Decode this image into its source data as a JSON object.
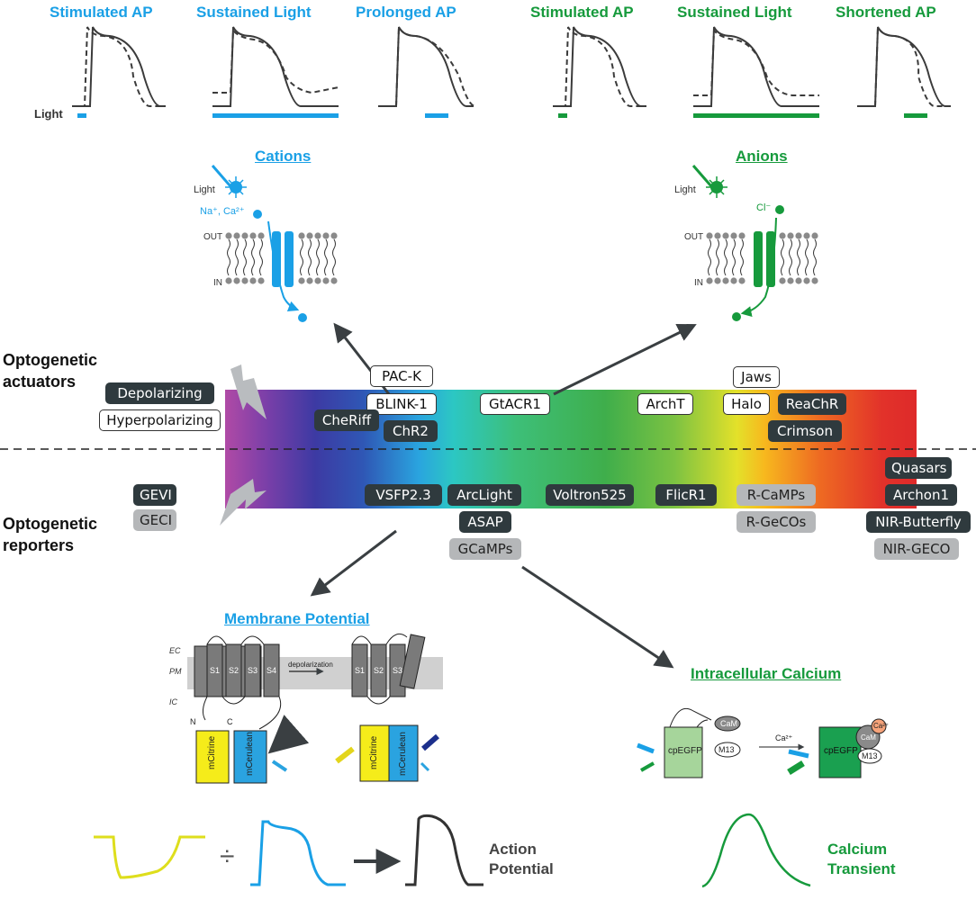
{
  "ap_panels": [
    {
      "title": "Stimulated AP",
      "color": "#1aa0e6"
    },
    {
      "title": "Sustained Light",
      "color": "#1aa0e6"
    },
    {
      "title": "Prolonged AP",
      "color": "#1aa0e6"
    },
    {
      "title": "Stimulated AP",
      "color": "#169a3c"
    },
    {
      "title": "Sustained Light",
      "color": "#169a3c"
    },
    {
      "title": "Shortened AP",
      "color": "#169a3c"
    }
  ],
  "light_label": "Light",
  "cations": {
    "title": "Cations",
    "light": "Light",
    "ions": "Na⁺, Ca²⁺",
    "out": "OUT",
    "in": "IN"
  },
  "anions": {
    "title": "Anions",
    "light": "Light",
    "ion": "Cl⁻",
    "out": "OUT",
    "in": "IN"
  },
  "side_labels": {
    "actuators": "Optogenetic actuators",
    "reporters": "Optogenetic reporters"
  },
  "legend": {
    "depolarizing": "Depolarizing",
    "hyperpolarizing": "Hyperpolarizing",
    "gevi": "GEVI",
    "geci": "GECI"
  },
  "actuators": {
    "pac_k": "PAC-K",
    "blink1": "BLINK-1",
    "cheriff": "CheRiff",
    "chr2": "ChR2",
    "gtacr1": "GtACR1",
    "archt": "ArchT",
    "jaws": "Jaws",
    "halo": "Halo",
    "reachr": "ReaChR",
    "crimson": "Crimson"
  },
  "reporters": {
    "vsfp": "VSFP2.3",
    "arclight": "ArcLight",
    "asap": "ASAP",
    "gcamps": "GCaMPs",
    "voltron": "Voltron525",
    "flicr": "FlicR1",
    "rcamps": "R-CaMPs",
    "rgecos": "R-GeCOs",
    "quasars": "Quasars",
    "archon": "Archon1",
    "nirbutterfly": "NIR-Butterfly",
    "nirgeco": "NIR-GECO"
  },
  "membrane": {
    "title": "Membrane Potential",
    "ec": "EC",
    "pm": "PM",
    "ic": "IC",
    "s1": "S1",
    "s2": "S2",
    "s3": "S3",
    "s4": "S4",
    "depol": "depolarization",
    "n": "N",
    "c": "C",
    "mcitrine": "mCitrine",
    "mcerulean": "mCerulean"
  },
  "calcium": {
    "title": "Intracellular Calcium",
    "cpegfp": "cpEGFP",
    "cam": "CaM",
    "m13": "M13",
    "ca": "Ca²⁺"
  },
  "bottom": {
    "divide": "÷",
    "action_potential": "Action Potential",
    "calcium_transient": "Calcium Transient"
  },
  "colors": {
    "cation_blue": "#1aa0e6",
    "anion_green": "#169a3c",
    "pill_dark": "#2f3a3e",
    "pill_grey": "#b5b7b9",
    "trace_yellow": "#dede1c",
    "trace_dark": "#333333",
    "citrine_yellow": "#f5ec1a",
    "cerulean_blue": "#2aa3e0"
  }
}
